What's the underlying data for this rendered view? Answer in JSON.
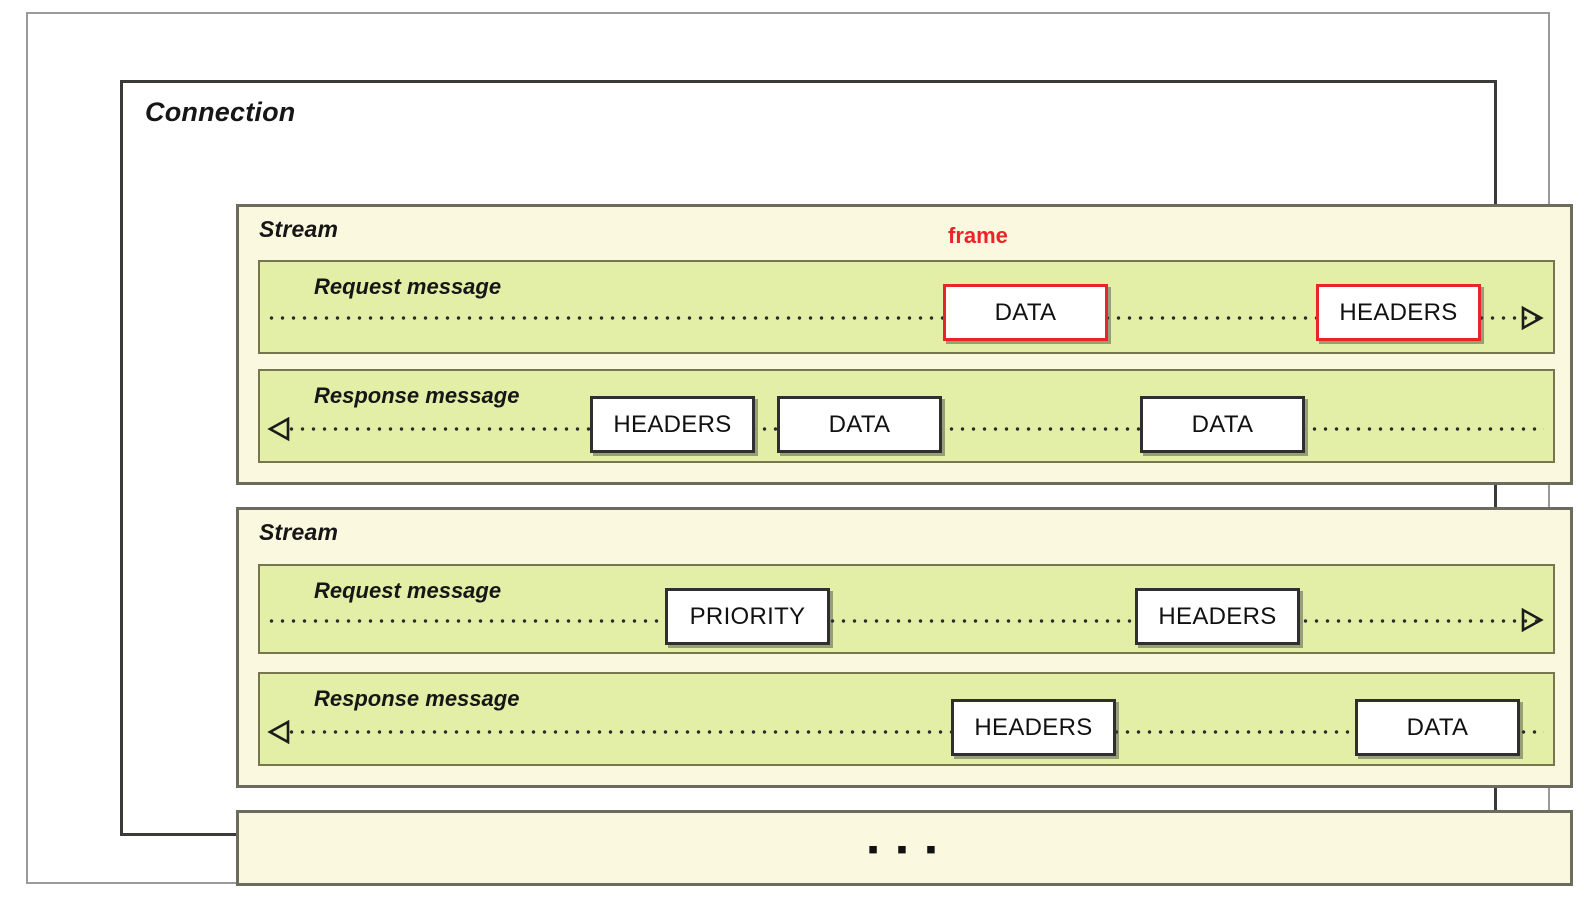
{
  "diagram": {
    "connection": {
      "title": "Connection"
    },
    "streams": [
      {
        "title": "Stream",
        "rows": [
          {
            "label": "Request message",
            "direction": "right",
            "frames": [
              {
                "label": "DATA",
                "highlight": true
              },
              {
                "label": "HEADERS",
                "highlight": true
              }
            ]
          },
          {
            "label": "Response message",
            "direction": "left",
            "frames": [
              {
                "label": "HEADERS",
                "highlight": false
              },
              {
                "label": "DATA",
                "highlight": false
              },
              {
                "label": "DATA",
                "highlight": false
              }
            ]
          }
        ]
      },
      {
        "title": "Stream",
        "rows": [
          {
            "label": "Request message",
            "direction": "right",
            "frames": [
              {
                "label": "PRIORITY",
                "highlight": false
              },
              {
                "label": "HEADERS",
                "highlight": false
              }
            ]
          },
          {
            "label": "Response message",
            "direction": "left",
            "frames": [
              {
                "label": "HEADERS",
                "highlight": false
              },
              {
                "label": "DATA",
                "highlight": false
              }
            ]
          }
        ]
      },
      {
        "title": "",
        "ellipsis": "▪ ▪ ▪"
      }
    ],
    "annotation": {
      "frame_label": "frame"
    },
    "colors": {
      "annotation_red": "#e8262a",
      "stream_fill": "#fbf8e0",
      "message_fill": "#e3efa6",
      "frame_fill": "#ffffff",
      "outline": "#2f2f2f"
    }
  }
}
